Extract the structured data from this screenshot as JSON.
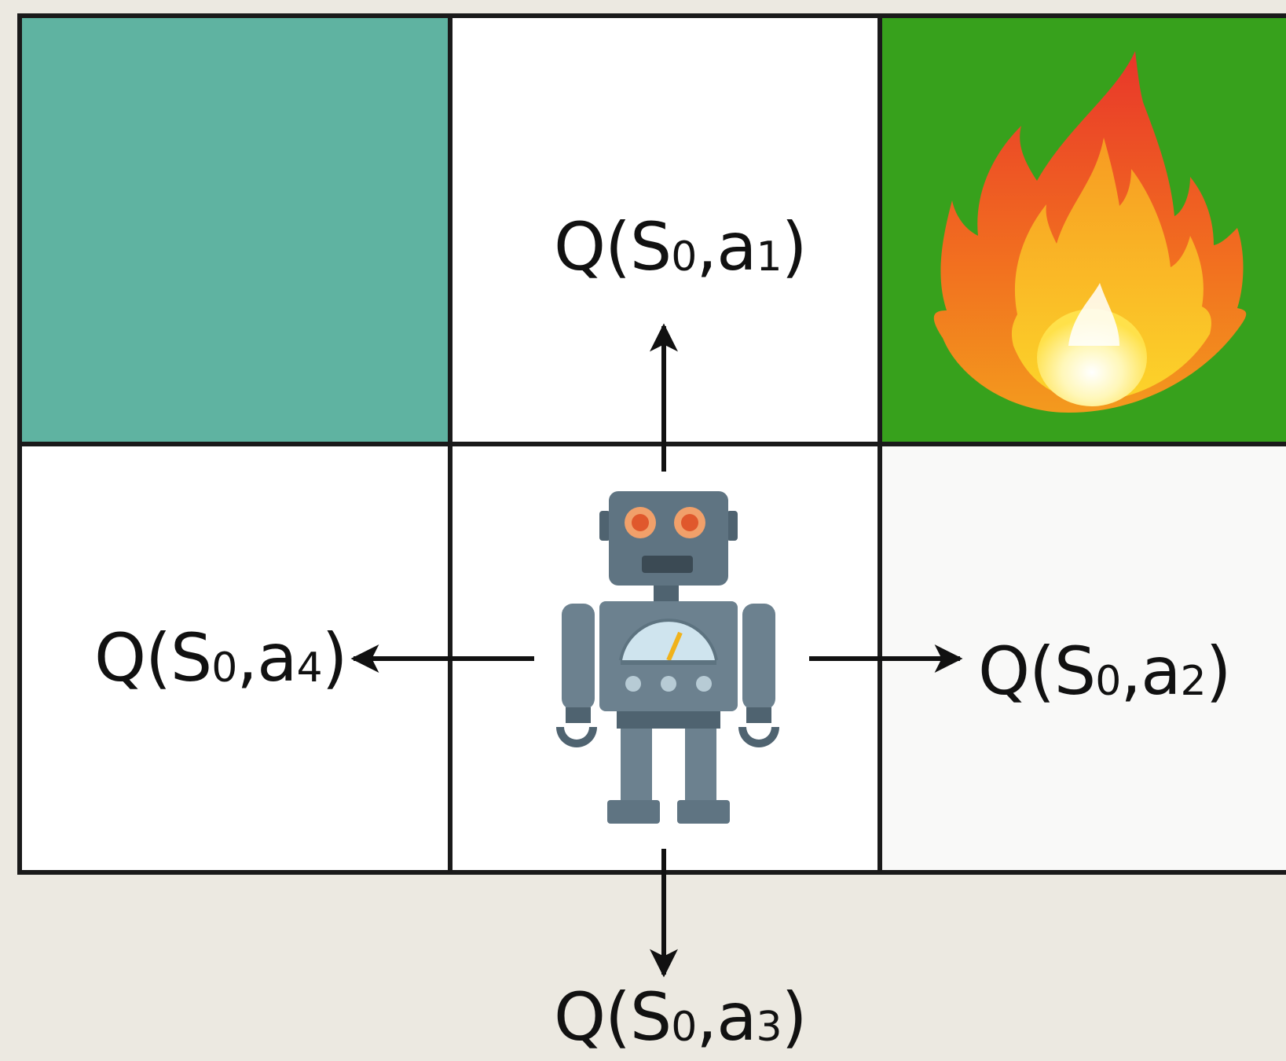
{
  "diagram": {
    "colors": {
      "background": "#ece9e1",
      "cell_teal": "#5fb3a1",
      "cell_green": "#37a11c",
      "cell_white": "#ffffff",
      "grid_line": "#1a1a1a",
      "arrow": "#111111"
    },
    "cells": [
      {
        "row": 0,
        "col": 0,
        "fill": "teal"
      },
      {
        "row": 0,
        "col": 1,
        "fill": "white"
      },
      {
        "row": 0,
        "col": 2,
        "fill": "green",
        "icon": "fire-icon"
      },
      {
        "row": 1,
        "col": 0,
        "fill": "white"
      },
      {
        "row": 1,
        "col": 1,
        "fill": "white",
        "icon": "robot-icon"
      },
      {
        "row": 1,
        "col": 2,
        "fill": "white"
      }
    ],
    "actions": {
      "up": {
        "q": "Q(",
        "state": "S",
        "state_sub": "0",
        "sep": ",",
        "action": "a",
        "action_sub": "1",
        "close": ")"
      },
      "right": {
        "q": "Q(",
        "state": "S",
        "state_sub": "0",
        "sep": ",",
        "action": "a",
        "action_sub": "2",
        "close": ")"
      },
      "down": {
        "q": "Q(",
        "state": "S",
        "state_sub": "0",
        "sep": ",",
        "action": "a",
        "action_sub": "3",
        "close": ")"
      },
      "left": {
        "q": "Q(",
        "state": "S",
        "state_sub": "0",
        "sep": ",",
        "action": "a",
        "action_sub": "4",
        "close": ")"
      }
    }
  }
}
